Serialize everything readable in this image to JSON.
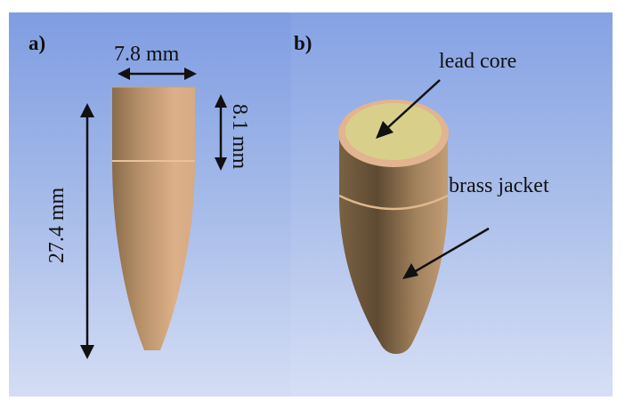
{
  "figure": {
    "panels": [
      {
        "label": "a)",
        "description": "bullet side view with dimensions",
        "dimensions": {
          "diameter": "7.8 mm",
          "cylinder_length": "8.1 mm",
          "total_length": "27.4 mm"
        }
      },
      {
        "label": "b)",
        "description": "bullet isometric view with components",
        "callouts": {
          "core": "lead core",
          "jacket": "brass jacket"
        }
      }
    ],
    "colors": {
      "background_top": "#7f9de2",
      "background_bottom": "#d6dff5",
      "jacket_light": "#d9ae84",
      "jacket_dark": "#6b5538",
      "core": "#d8d08a",
      "rim": "#e2b48f",
      "arrow": "#111111"
    }
  }
}
